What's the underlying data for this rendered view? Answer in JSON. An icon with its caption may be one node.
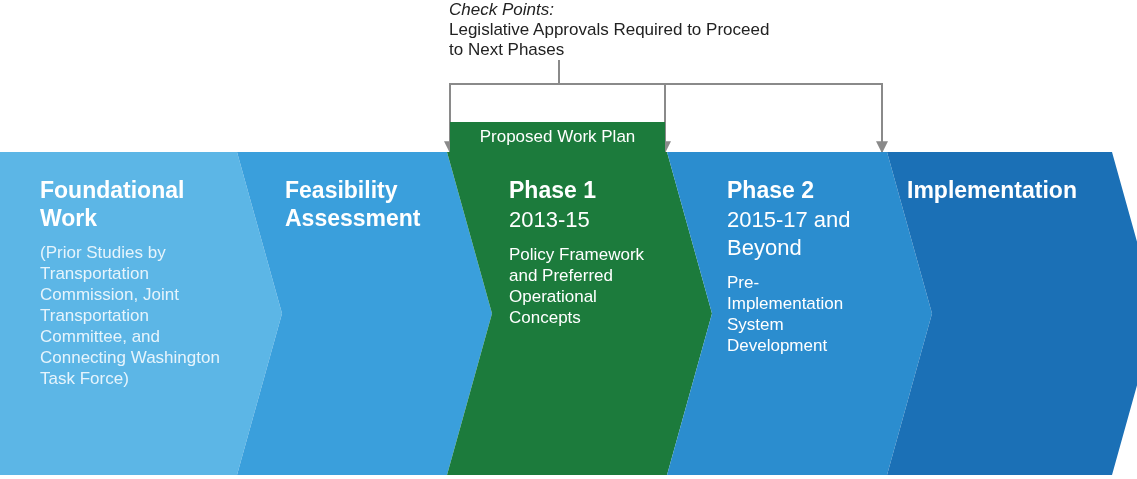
{
  "diagram": {
    "nodes": [
      {
        "text": [
          "Check Points:",
          "Legislative Approvals Required to Proceed to Next Phases"
        ]
      },
      {
        "text": [
          "Proposed Work Plan"
        ]
      },
      {
        "text": [
          "Foundational Work",
          "(Prior Studies by Transportation Commission, Joint Transportation Committee, and Connecting Washington Task Force)"
        ]
      },
      {
        "text": [
          "Feasibility Assessment"
        ]
      },
      {
        "text": [
          "Phase 1",
          "2013-15",
          "Policy Framework and Preferred Operational Concepts"
        ]
      },
      {
        "text": [
          "Phase 2",
          "2015-17 and Beyond",
          "Pre-Implementation System Development"
        ]
      },
      {
        "text": [
          "Implementation"
        ]
      }
    ],
    "edges": [
      {
        "from": 0,
        "to": 1,
        "arrow": "to"
      },
      {
        "from": 0,
        "to": 1,
        "arrow": "to"
      },
      {
        "from": 0,
        "to": 5,
        "arrow": "to"
      }
    ]
  }
}
